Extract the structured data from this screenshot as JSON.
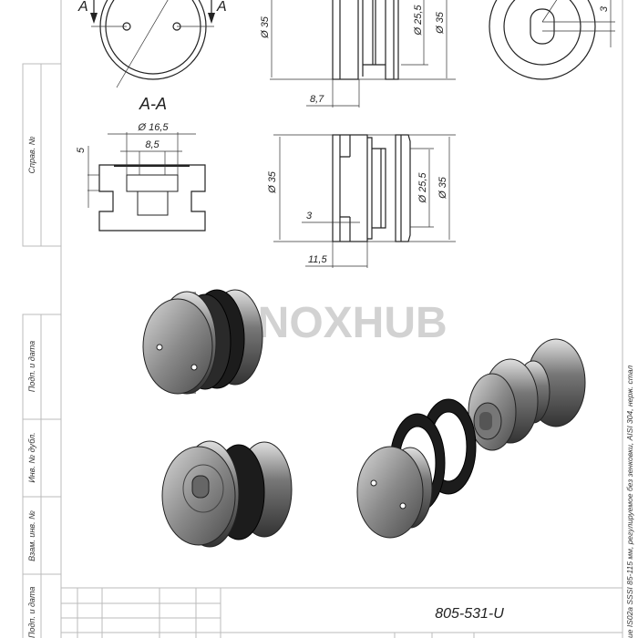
{
  "drawing": {
    "section_label": "A-A",
    "cut_marker": "A",
    "part_number": "805-531-U",
    "watermark": "INOXHUB",
    "title_text": "ие IS02a SSSI 85-115 мм, регулируемое без зенковки, AISI 304, нерж. стал"
  },
  "dimensions": {
    "top_view_dia": "Ø 35",
    "top_view_inner_dia": "Ø 25,5",
    "top_view_outer_dia": "Ø 35",
    "top_view_width": "8,7",
    "end_view_slot": "3",
    "section_dia": "Ø 16,5",
    "section_inner": "8,5",
    "section_depth": "5",
    "side_view_dia": "Ø 35",
    "side_view_inner_dia": "Ø 25,5",
    "side_view_outer_dia": "Ø 35",
    "side_view_gap": "3",
    "side_view_width": "11,5"
  },
  "side_strip": {
    "labels": [
      "Справ. №",
      "Подп. и дата",
      "Инв. № дубл.",
      "Взам. инв. №",
      "Подп. и дата"
    ]
  },
  "colors": {
    "line": "#222222",
    "frame": "#bbbbbb",
    "metal": "#9a9a9a",
    "rubber": "#1c1c1c"
  }
}
